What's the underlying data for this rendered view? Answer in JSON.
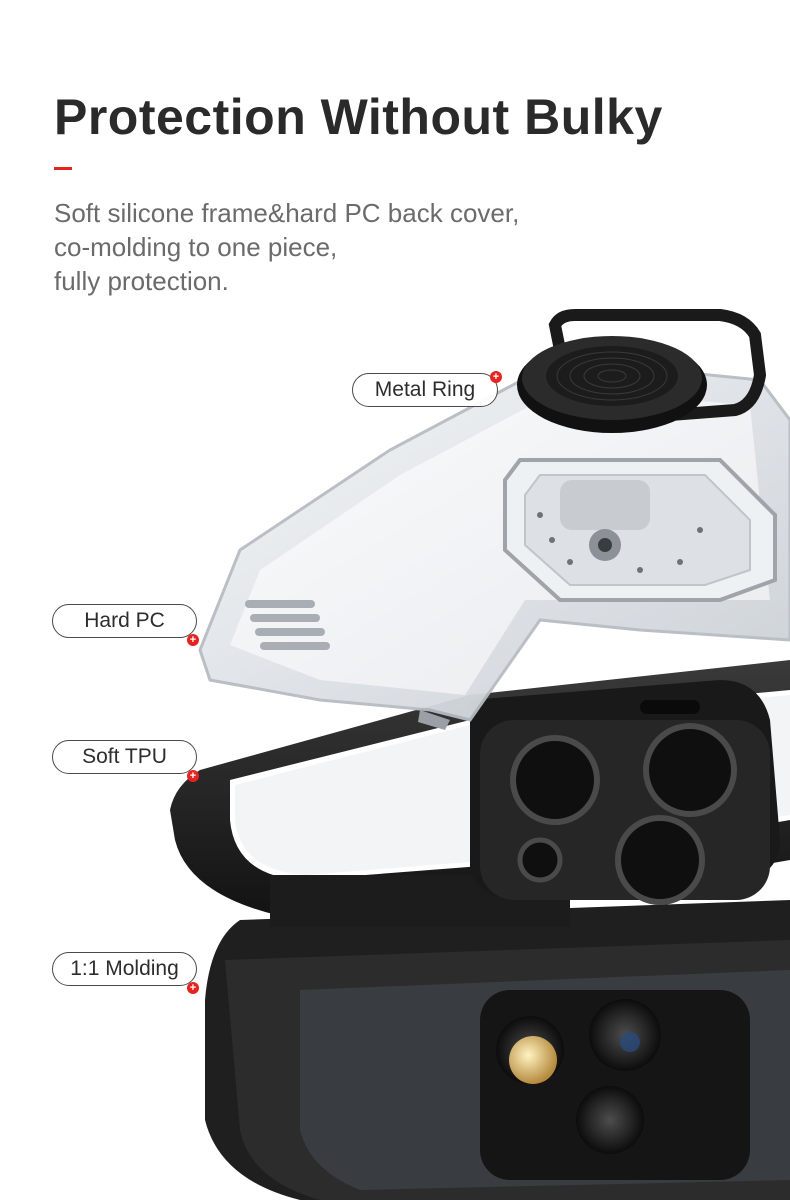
{
  "header": {
    "title": "Protection Without Bulky",
    "description_lines": [
      "Soft silicone frame&hard PC back cover,",
      "co-molding to one piece,",
      "fully protection."
    ]
  },
  "callouts": [
    {
      "label": "Metal Ring"
    },
    {
      "label": "Hard PC"
    },
    {
      "label": "Soft TPU"
    },
    {
      "label": "1:1 Molding"
    }
  ],
  "marker_symbol": "+",
  "colors": {
    "accent": "#e52421",
    "headline": "#2a2a2a",
    "body_text": "#6b6b6b",
    "tpu_frame": "#1b1b1b",
    "pc_shell": "#e9ecef"
  },
  "icons": [
    "plus-marker-icon"
  ]
}
